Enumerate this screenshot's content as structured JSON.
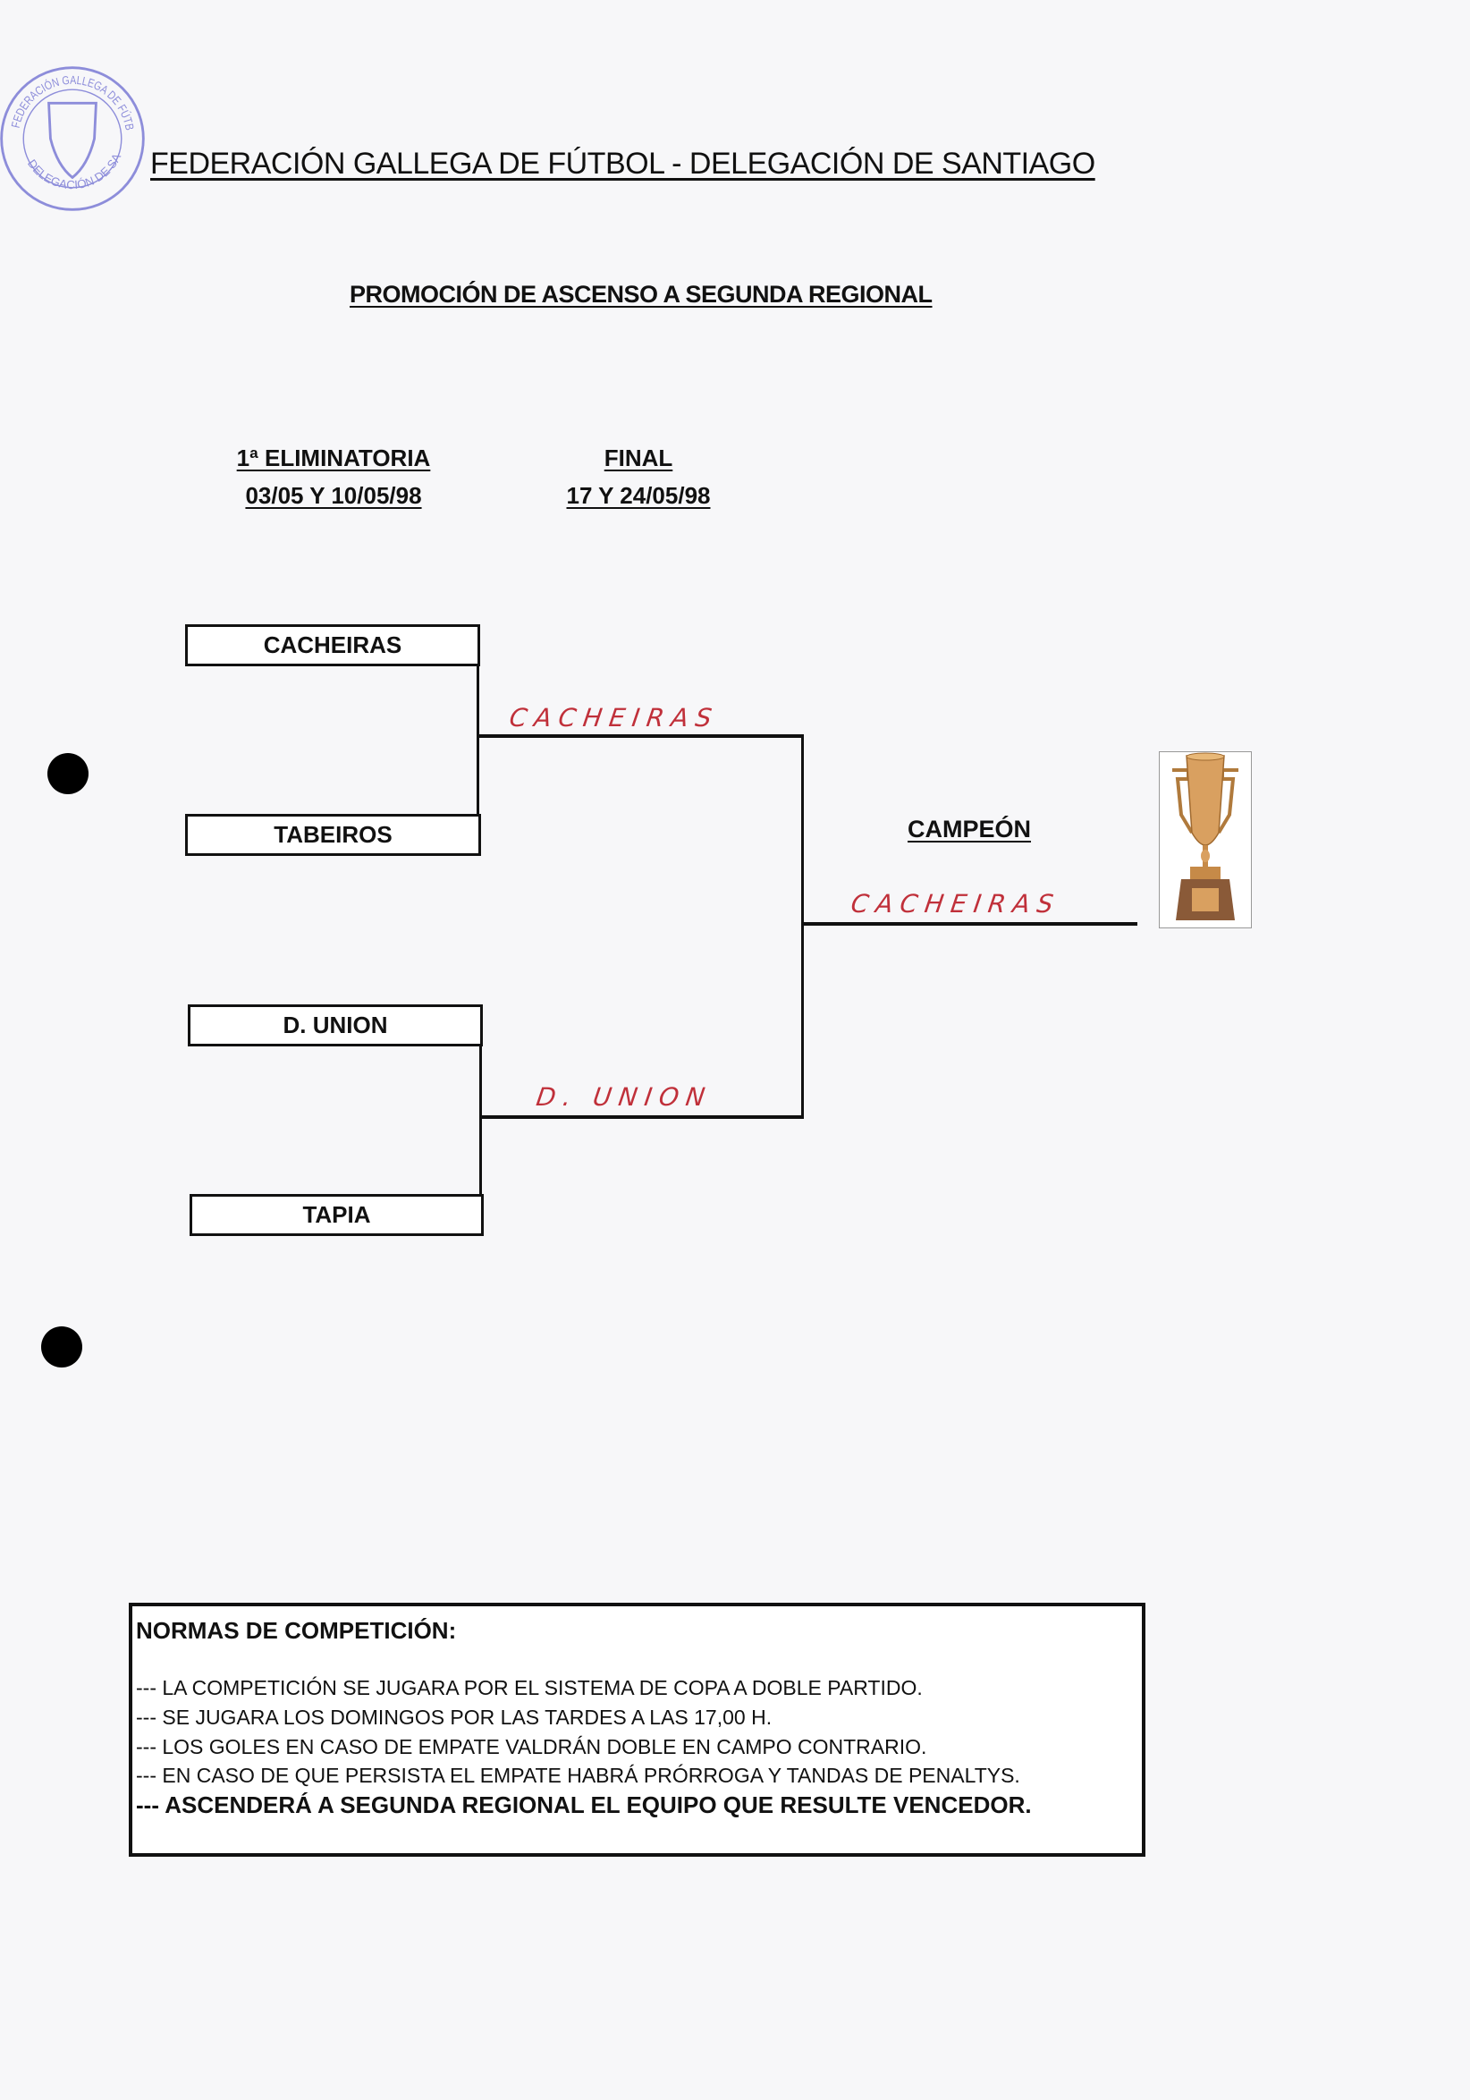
{
  "header": {
    "title": "FEDERACIÓN GALLEGA DE FÚTBOL  -  DELEGACIÓN DE SANTIAGO",
    "subtitle": "PROMOCIÓN DE ASCENSO A SEGUNDA REGIONAL"
  },
  "stamp": {
    "text_top": "FEDERACIÓN GALLEGA DE FÚTBOL",
    "text_bottom": "DELEGACIÓN DE SANTIAGO",
    "color": "#6a6ad0"
  },
  "rounds": [
    {
      "name": "1ª ELIMINATORIA",
      "dates": "03/05 Y 10/05/98"
    },
    {
      "name": "FINAL",
      "dates": "17 Y 24/05/98"
    }
  ],
  "teams": [
    "CACHEIRAS",
    "TABEIROS",
    "D. UNION",
    "TAPIA"
  ],
  "winners": {
    "semi1": "CACHEIRAS",
    "semi2": "D. UNION",
    "final": "CACHEIRAS"
  },
  "champion_label": "CAMPEÓN",
  "rules": {
    "heading": "NORMAS DE COMPETICIÓN:",
    "items": [
      "--- LA COMPETICIÓN SE JUGARA POR EL SISTEMA DE COPA A DOBLE PARTIDO.",
      "--- SE JUGARA LOS DOMINGOS POR LAS TARDES A LAS 17,00 H.",
      "--- LOS GOLES  EN CASO DE EMPATE VALDRÁN DOBLE EN CAMPO CONTRARIO.",
      "--- EN CASO DE QUE PERSISTA EL  EMPATE HABRÁ PRÓRROGA Y  TANDAS DE PENALTYS.",
      "--- ASCENDERÁ A SEGUNDA REGIONAL EL EQUIPO QUE RESULTE VENCEDOR."
    ]
  },
  "colors": {
    "handwriting": "#c0303a",
    "trophy": "#d9a060"
  }
}
